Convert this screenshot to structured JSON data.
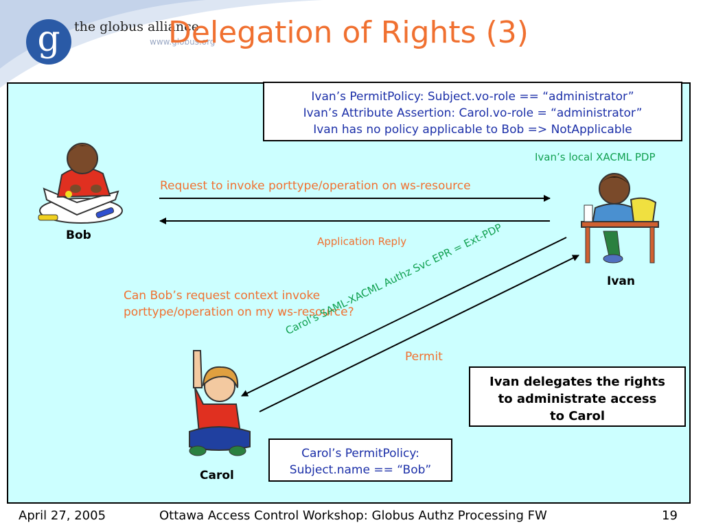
{
  "slide": {
    "title": "Delegation of Rights (3)",
    "logo_text": "the globus alliance",
    "logo_letter": "g",
    "logo_url": "www.globus.org"
  },
  "policy_box": {
    "line1": "Ivan’s PermitPolicy: Subject.vo-role == “administrator”",
    "line2": "Ivan’s Attribute Assertion: Carol.vo-role = “administrator”",
    "line3": "Ivan has no policy applicable to Bob => NotApplicable"
  },
  "labels": {
    "local_pdp": "Ivan’s local XACML PDP",
    "request": "Request to invoke porttype/operation on ws-resource",
    "reply": "Application Reply",
    "question_line1": "Can Bob’s request context invoke",
    "question_line2": "porttype/operation on my ws-resource?",
    "authz_svc": "Carol’s SAML-XACML Authz Svc EPR = Ext-PDP",
    "permit": "Permit"
  },
  "people": {
    "bob": "Bob",
    "ivan": "Ivan",
    "carol": "Carol"
  },
  "delegation_box": {
    "line1": "Ivan delegates the rights",
    "line2": "to administrate access",
    "line3": "to Carol"
  },
  "carol_policy": {
    "line1": "Carol’s PermitPolicy:",
    "line2": "Subject.name == “Bob”"
  },
  "footer": {
    "date": "April 27, 2005",
    "event": "Ottawa Access Control Workshop: Globus Authz Processing FW",
    "page": "19"
  },
  "colors": {
    "title": "#f07030",
    "panel": "#ccffff",
    "policy_text": "#1b2fa8",
    "green_text": "#10a050"
  }
}
